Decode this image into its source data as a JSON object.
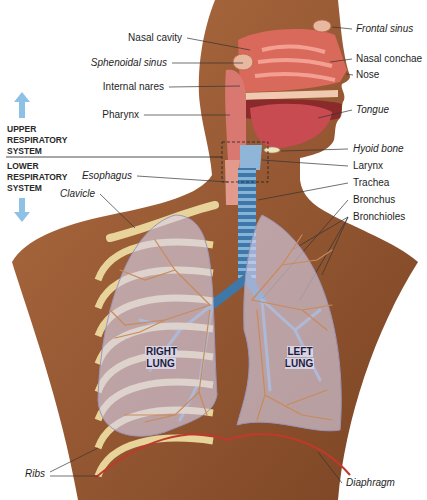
{
  "diagram": {
    "nodes": [
      {
        "text": [
          "RIGHT LUNG"
        ]
      },
      {
        "text": [
          "LEFT LUNG"
        ]
      }
    ],
    "labels": [
      "Nasal cavity",
      "Sphenoidal sinus",
      "Internal nares",
      "Pharynx",
      "UPPER RESPIRATORY SYSTEM",
      "LOWER RESPIRATORY SYSTEM",
      "Esophagus",
      "Clavicle",
      "Ribs",
      "Frontal sinus",
      "Nasal conchae",
      "Nose",
      "Tongue",
      "Hyoid bone",
      "Larynx",
      "Trachea",
      "Bronchus",
      "Bronchioles",
      "Diaphragm"
    ]
  }
}
